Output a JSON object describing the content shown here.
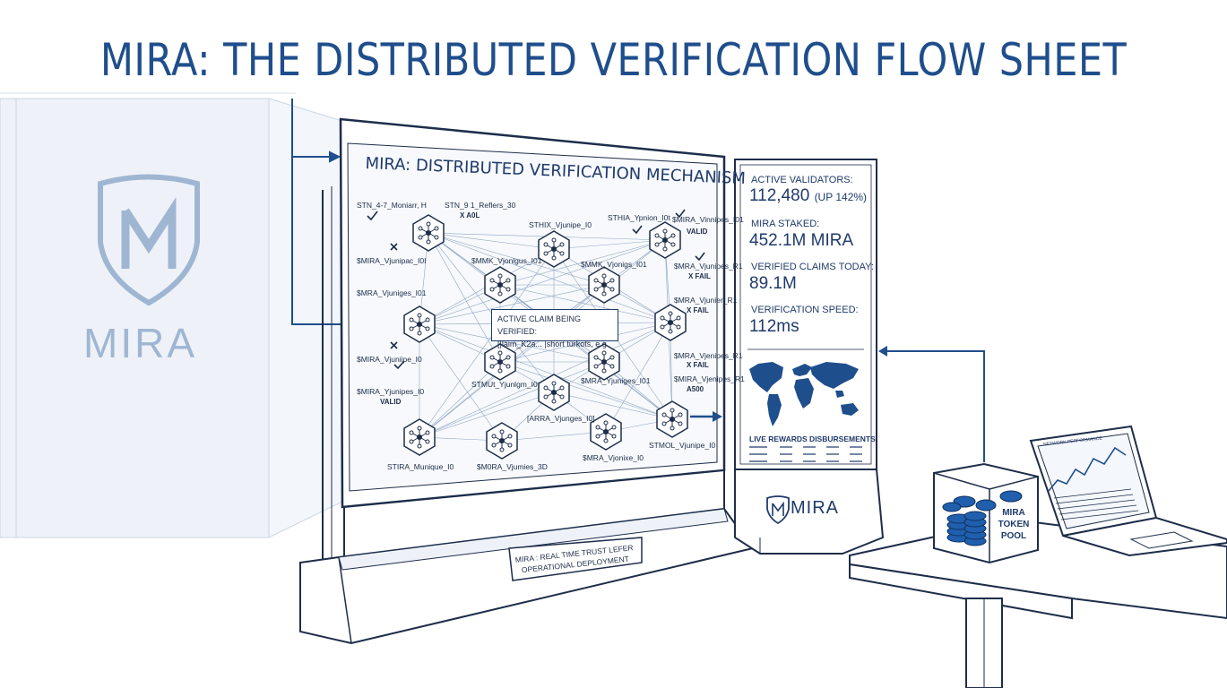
{
  "title": "MIRA: THE DISTRIBUTED VERIFICATION FLOW SHEET",
  "wall_logo": {
    "text": "MIRA",
    "icon": "shield-m-logo"
  },
  "board": {
    "title": "MIRA: DISTRIBUTED VERIFICATION MECHANISM",
    "claim_box": {
      "line1": "ACTIVE CLAIM BEING VERIFIED:",
      "line2": "[|laim_K2a... |short turkots, e.g."
    },
    "node_labels": {
      "n1": "STN_4-7_Moniarr, H",
      "n2": "STN_9 1_Reflers_30",
      "n3": "$MIRA_Vjunipac_I0I",
      "n4": "$MRA_Vjuniges_I01",
      "n5": "$MIRA_Vjuniipe_I0",
      "n6": "$MIRA_Yjunipes_I0",
      "n7": "STIRA_Munique_I0",
      "n8": "$M0RA_Vjumies_3D",
      "n9": "STHIX_Vjunipe_I0",
      "n10": "$MMK_Vjonlgus_I01",
      "n11": "$MMK_Vjonigs_I01",
      "n12": "STMUt_Yjunlgm_I0",
      "n13": "$MRA_Yjuniges_I01",
      "n14": "[ARRA_Vjunges_I0]",
      "n15": "$MRA_Vjonixe_I0",
      "n16": "STHIA_Ypnion_I0t",
      "n17": "$MIRA_Vinnipes_I01",
      "n18": "$MRA_Vjunipes_R1",
      "n19": "$MRA_Vjunier_R1",
      "n20": "$MRA_Vjenipes_R1",
      "n21": "$MIRA_Vjenipes_R1",
      "n22": "STMOL_Vjunipe_I0"
    },
    "statuses": {
      "s1": "X A0L",
      "s2": "VALID",
      "s3": "X FAIL",
      "s4": "X FAIL",
      "s5": "X FAIL",
      "s6": "A500",
      "s7": "VALID"
    }
  },
  "stats": [
    {
      "label": "ACTIVE VALIDATORS:",
      "value": "112,480",
      "note": "(UP 142%)"
    },
    {
      "label": "MIRA STAKED:",
      "value": "452.1M MIRA"
    },
    {
      "label": "VERIFIED CLAIMS TODAY:",
      "value": "89.1M"
    },
    {
      "label": "VERIFICATION SPEED:",
      "value": "112ms"
    }
  ],
  "rewards_title": "LIVE REWARDS DISBURSEMENTS",
  "kiosk_logo": "MIRA",
  "plaque": {
    "line1": "MIRA : REAL TIME TRUST LEFER",
    "line2": "OPERATIONAL DEPLOYMENT"
  },
  "token_pool": {
    "line1": "MIRA",
    "line2": "TOKEN",
    "line3": "POOL"
  },
  "laptop_title": "NETWORK PERFORMANCE",
  "colors": {
    "primary": "#1f4e8c",
    "ink": "#1e2d4a",
    "wall": "#e8eef5",
    "logo_faded": "#9fb6d3"
  }
}
